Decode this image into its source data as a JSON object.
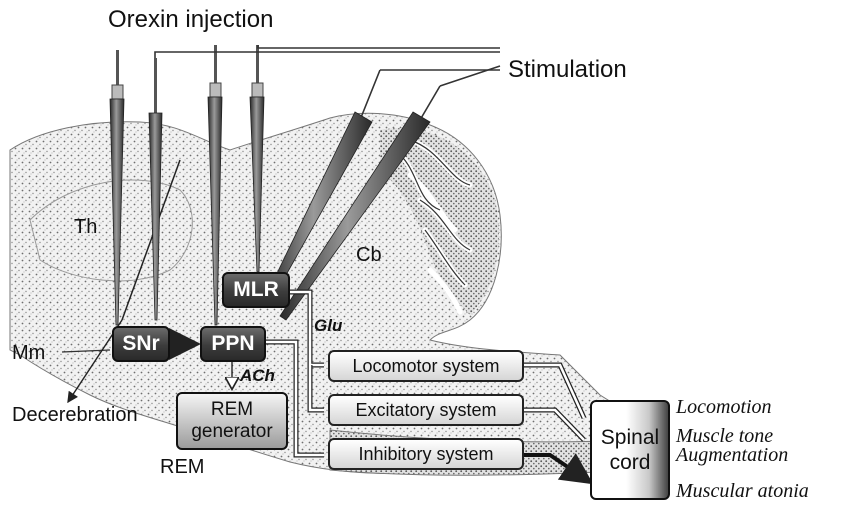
{
  "title_label": "Orexin injection",
  "stimulation_label": "Stimulation",
  "regions": {
    "thalamus": "Th",
    "cerebellum": "Cb",
    "mammillary": "Mm",
    "rem": "REM"
  },
  "decerebration_label": "Decerebration",
  "nuclei": {
    "mlr": "MLR",
    "snr": "SNr",
    "ppn": "PPN"
  },
  "transmitters": {
    "glu": "Glu",
    "ach": "ACh"
  },
  "rem_generator": {
    "line1": "REM",
    "line2": "generator"
  },
  "systems": {
    "locomotor": "Locomotor system",
    "excitatory": "Excitatory system",
    "inhibitory": "Inhibitory system"
  },
  "spinal_cord": {
    "line1": "Spinal",
    "line2": "cord"
  },
  "outputs": {
    "locomotion": "Locomotion",
    "muscle_tone": "Muscle tone",
    "augmentation": "Augmentation",
    "atonia": "Muscular atonia"
  }
}
